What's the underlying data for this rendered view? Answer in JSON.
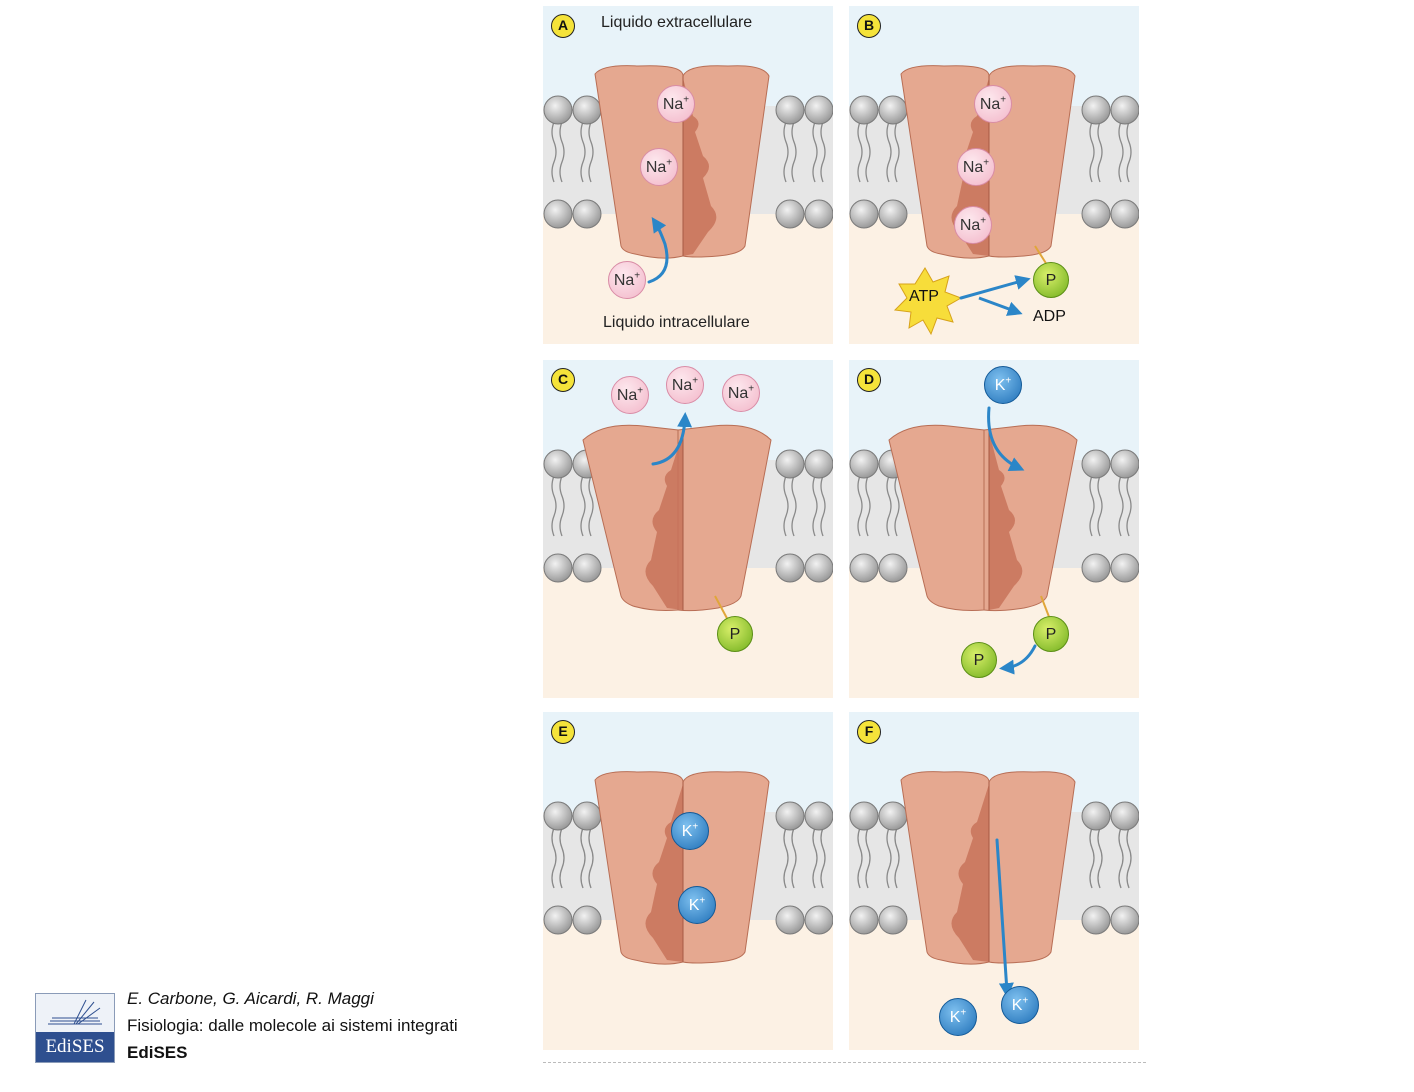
{
  "labels": {
    "extracellular": "Liquido extracellulare",
    "intracellular": "Liquido intracellulare",
    "atp": "ATP",
    "adp": "ADP",
    "phosphate": "P",
    "sodium": "Na",
    "potassium": "K",
    "plus": "+"
  },
  "panels": [
    {
      "letter": "A"
    },
    {
      "letter": "B"
    },
    {
      "letter": "C"
    },
    {
      "letter": "D"
    },
    {
      "letter": "E"
    },
    {
      "letter": "F"
    }
  ],
  "citation": {
    "authors": "E. Carbone, G. Aicardi, R. Maggi",
    "title": "Fisiologia: dalle molecole ai sistemi integrati",
    "publisher": "EdiSES"
  },
  "logo": {
    "text": "EdiSES"
  },
  "colors": {
    "extracellular_bg": "#e8f3f9",
    "intracellular_bg": "#fcf1e4",
    "protein_light": "#e5a890",
    "protein_dark": "#c8735a",
    "arrow": "#2b86c8",
    "badge": "#f5e33a"
  }
}
